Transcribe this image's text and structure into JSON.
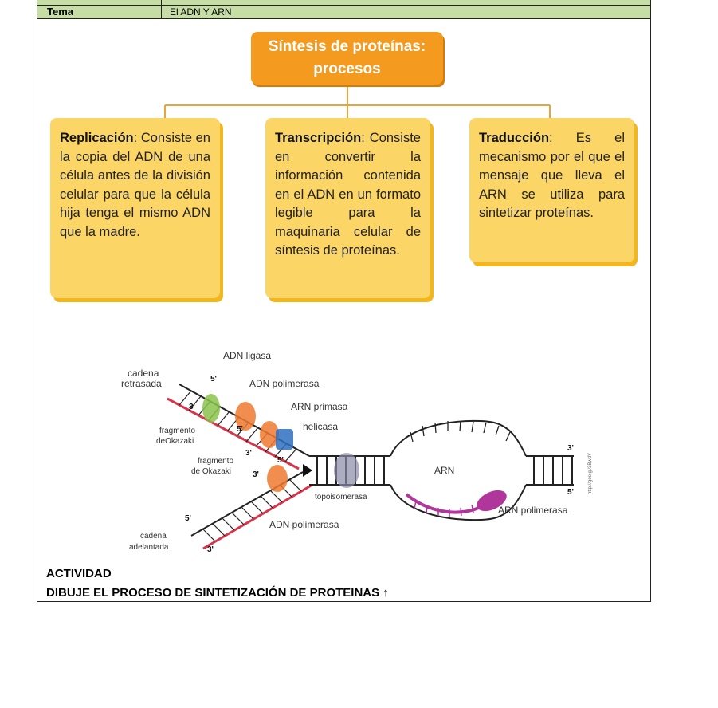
{
  "header": {
    "label": "Tema",
    "value": "El ADN Y ARN"
  },
  "concept_map": {
    "root_title": "Síntesis de proteínas:",
    "root_subtitle": "procesos",
    "cards": [
      {
        "term": "Replicación",
        "text": ": Consiste en la copia del ADN de una célula antes de la división celular para que la célula hija tenga el mismo ADN que la madre."
      },
      {
        "term": "Transcripción",
        "text": ": Consiste en convertir la información contenida en el ADN en un formato legible para la maquinaria celular de síntesis de proteínas."
      },
      {
        "term": "Traducción",
        "text": ": Es el mecanismo por el que el mensaje que lleva el ARN se utiliza para sintetizar proteínas."
      }
    ]
  },
  "diagram": {
    "labels": {
      "adn_ligasa": "ADN ligasa",
      "cadena_retrasada_1": "cadena",
      "cadena_retrasada_2": "retrasada",
      "adn_polimerasa_top": "ADN polimerasa",
      "arn_primasa": "ARN primasa",
      "helicasa": "helicasa",
      "fragmento1_a": "fragmento",
      "fragmento1_b": "deOkazaki",
      "fragmento2_a": "fragmento",
      "fragmento2_b": "de Okazaki",
      "topoisomerasa": "topoisomerasa",
      "adn_polimerasa_bottom": "ADN polimerasa",
      "arn": "ARN",
      "arn_polimerasa": "ARN polimerasa",
      "cadena_adelantada_1": "cadena",
      "cadena_adelantada_2": "adelantada",
      "five_prime": "5'",
      "three_prime": "3'",
      "url": "http://goo.gl/3BwdY"
    }
  },
  "activity": {
    "title": "ACTIVIDAD",
    "instruction": "DIBUJE EL PROCESO DE SINTETIZACIÓN DE PROTEINAS ↑"
  },
  "colors": {
    "header_bg": "#c6dea6",
    "root_bg": "#f39a1f",
    "card_bg": "#fbd566",
    "strand_red": "#d8344a",
    "arn_magenta": "#b0369c"
  }
}
